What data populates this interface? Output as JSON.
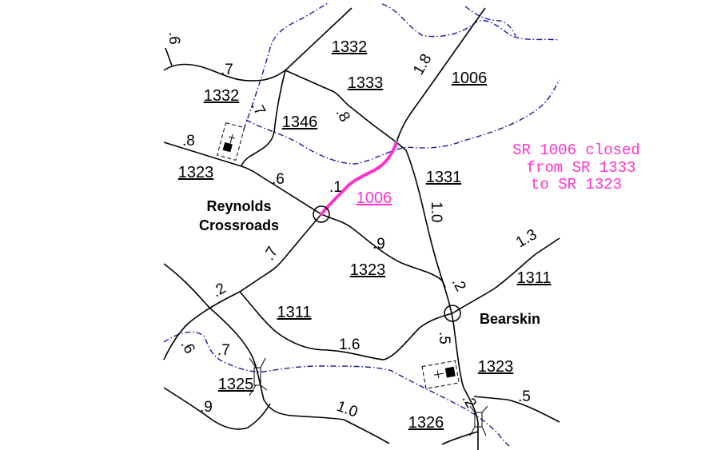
{
  "colors": {
    "closed_road": "#ff33cc",
    "stream": "#1a1aa0",
    "road": "#000000"
  },
  "notice": {
    "lines": [
      "SR 1006 closed",
      "from SR 1333",
      "to SR 1323"
    ]
  },
  "places": {
    "reynolds_1": "Reynolds",
    "reynolds_2": "Crossroads",
    "bearskin": "Bearskin"
  },
  "route_labels": {
    "r1332_top": "1332",
    "r1333": "1333",
    "r1006_ne": "1006",
    "r1332_left": "1332",
    "r1346": "1346",
    "r1323_w": "1323",
    "r1006_closed": "1006",
    "r1331": "1331",
    "r1323_mid": "1323",
    "r1311_e": "1311",
    "r1311_w": "1311",
    "r1323_s": "1323",
    "r1325": "1325",
    "r1326": "1326"
  },
  "mileages": {
    "m1": ".6",
    "m2": ".7",
    "m3": ".7",
    "m4": ".8",
    "m5": ".8",
    "m6": "1.8",
    "m7": ".6",
    "m8": ".1",
    "m9": "1.0",
    "m10": ".9",
    "m11": ".7",
    "m12": ".2",
    "m13": "1.3",
    "m14": ".2",
    "m15": "1.6",
    "m16": ".5",
    "m17": ".6",
    "m18": ".7",
    "m19": ".9",
    "m20": "1.0",
    "m21": ".5",
    "m22": ".2"
  },
  "icons": [
    "church-icon",
    "crossroads-circle-icon",
    "bridge-icon"
  ]
}
